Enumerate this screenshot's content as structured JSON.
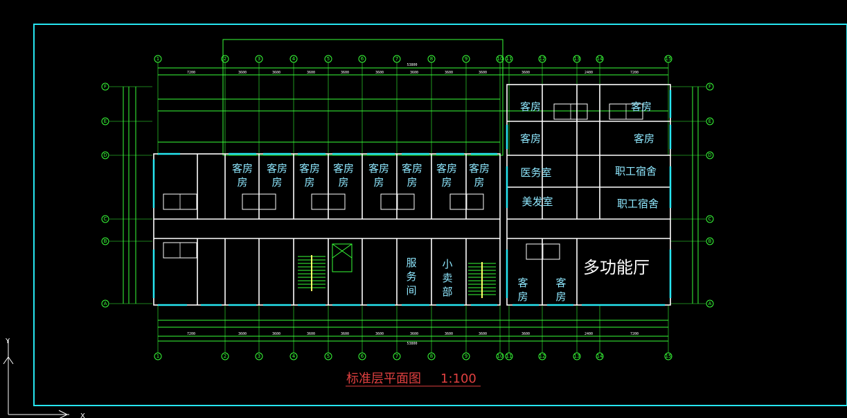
{
  "drawing": {
    "title": "标准层平面图",
    "scale": "1:100",
    "overall_dimension": "53800",
    "axes_top_bottom": [
      "1",
      "2",
      "3",
      "4",
      "5",
      "6",
      "7",
      "8",
      "9",
      "10",
      "11",
      "12",
      "13",
      "14",
      "15"
    ],
    "axes_sides": [
      "A",
      "B",
      "C",
      "D",
      "E",
      "F"
    ],
    "span_dimensions": [
      "7200",
      "3600",
      "3600",
      "3600",
      "3600",
      "3600",
      "3600",
      "3600",
      "3600",
      "3600",
      "2400",
      "7200"
    ],
    "rooms_left_block": [
      "客房",
      "客房",
      "客房",
      "客房",
      "客房",
      "客房",
      "客房",
      "客房"
    ],
    "rooms_right_block": {
      "guest_room": "客房",
      "clinic": "医务室",
      "salon": "美发室",
      "staff_dorm": "职工宿舍",
      "multipurpose_hall": "多功能厅"
    },
    "rooms_center": {
      "service": [
        "服",
        "务",
        "间"
      ],
      "shop": [
        "小",
        "卖",
        "部"
      ]
    }
  }
}
